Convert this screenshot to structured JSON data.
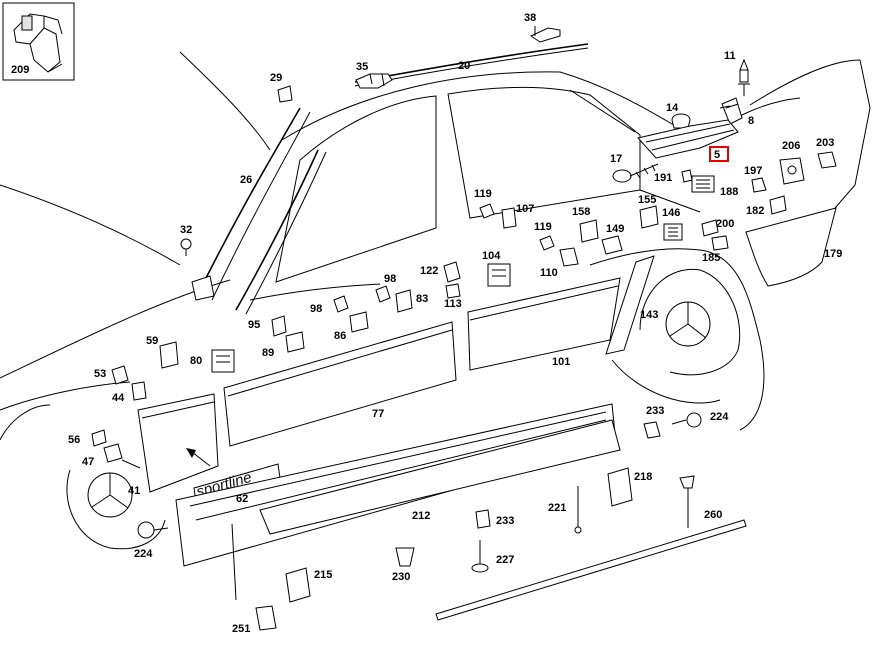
{
  "labels": {
    "p209": "209",
    "p38": "38",
    "p20": "20",
    "p35": "35",
    "p29": "29",
    "p11": "11",
    "p14": "14",
    "p8": "8",
    "p5": "5",
    "p26": "26",
    "p206": "206",
    "p203": "203",
    "p17": "17",
    "p191": "191",
    "p188": "188",
    "p197": "197",
    "p182": "182",
    "p119a": "119",
    "p107": "107",
    "p155": "155",
    "p146": "146",
    "p200": "200",
    "p185": "185",
    "p32": "32",
    "p119b": "119",
    "p158": "158",
    "p149": "149",
    "p179": "179",
    "p104": "104",
    "p122": "122",
    "p110": "110",
    "p98a": "98",
    "p83": "83",
    "p113": "113",
    "p98b": "98",
    "p95": "95",
    "p86": "86",
    "p89": "89",
    "p143": "143",
    "p59": "59",
    "p80": "80",
    "p53": "53",
    "p44": "44",
    "p101": "101",
    "p77": "77",
    "p233a": "233",
    "p224a": "224",
    "p56": "56",
    "p47": "47",
    "p41": "41",
    "p62": "62",
    "p218": "218",
    "p221": "221",
    "p212": "212",
    "p233b": "233",
    "p260": "260",
    "p224b": "224",
    "p227": "227",
    "p215": "215",
    "p230": "230",
    "p251": "251"
  },
  "badge_text": "sportline",
  "highlight_color": "#e00000"
}
